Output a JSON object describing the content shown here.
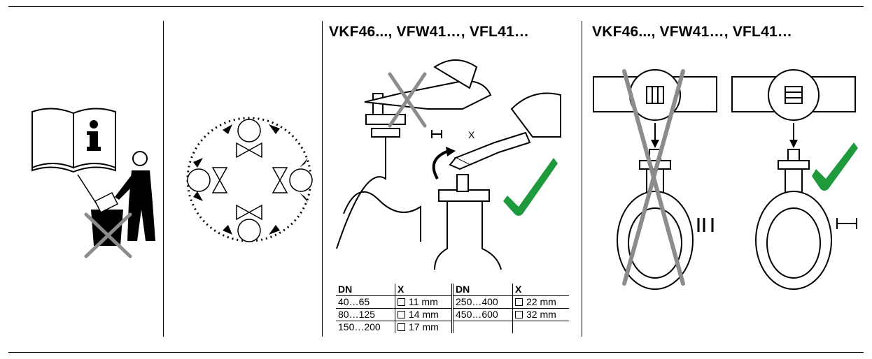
{
  "panels": {
    "flat_title": "VKF46..., VFW41…, VFL41…",
    "spindle_title": "VKF46..., VFW41…, VFL41…"
  },
  "wrench_label": "X",
  "table": {
    "headers": [
      "DN",
      "X",
      "DN",
      "X"
    ],
    "rows": [
      [
        "40…65",
        "11 mm",
        "250…400",
        "22 mm"
      ],
      [
        "80…125",
        "14 mm",
        "450…600",
        "32 mm"
      ],
      [
        "150…200",
        "17 mm",
        "",
        ""
      ]
    ]
  },
  "colors": {
    "check": "#1e9a3c",
    "cross": "#8c8c8c",
    "ink": "#000000"
  }
}
